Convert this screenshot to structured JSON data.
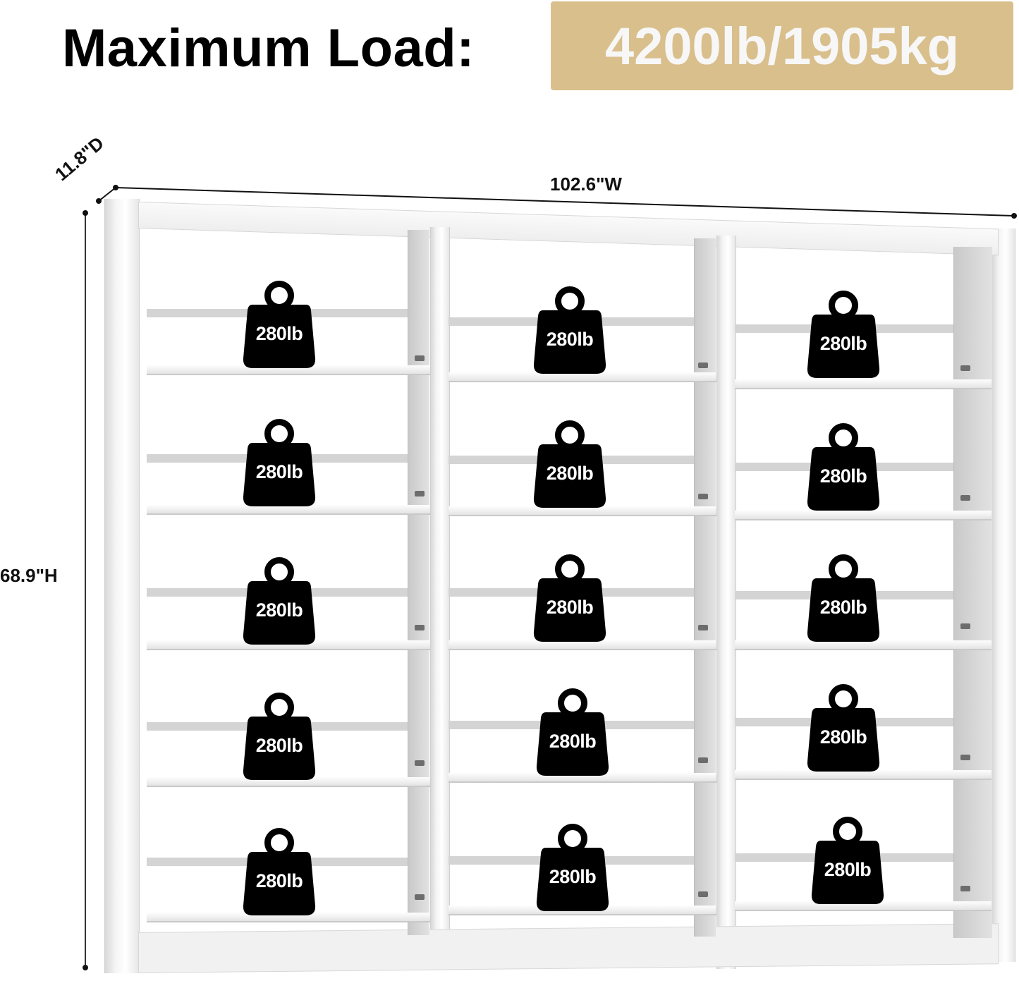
{
  "header": {
    "title": "Maximum Load:",
    "max_load": "4200lb/1905kg",
    "badge_color": "#d9bf8c"
  },
  "dimensions": {
    "width": "102.6\"W",
    "height": "68.9\"H",
    "depth": "11.8\"D"
  },
  "shelving": {
    "columns": 3,
    "tiers_per_column": 5,
    "per_shelf_load": "280lb",
    "shelf_labels": [
      [
        "280lb",
        "280lb",
        "280lb",
        "280lb",
        "280lb"
      ],
      [
        "280lb",
        "280lb",
        "280lb",
        "280lb",
        "280lb"
      ],
      [
        "280lb",
        "280lb",
        "280lb",
        "280lb",
        "280lb"
      ]
    ]
  }
}
